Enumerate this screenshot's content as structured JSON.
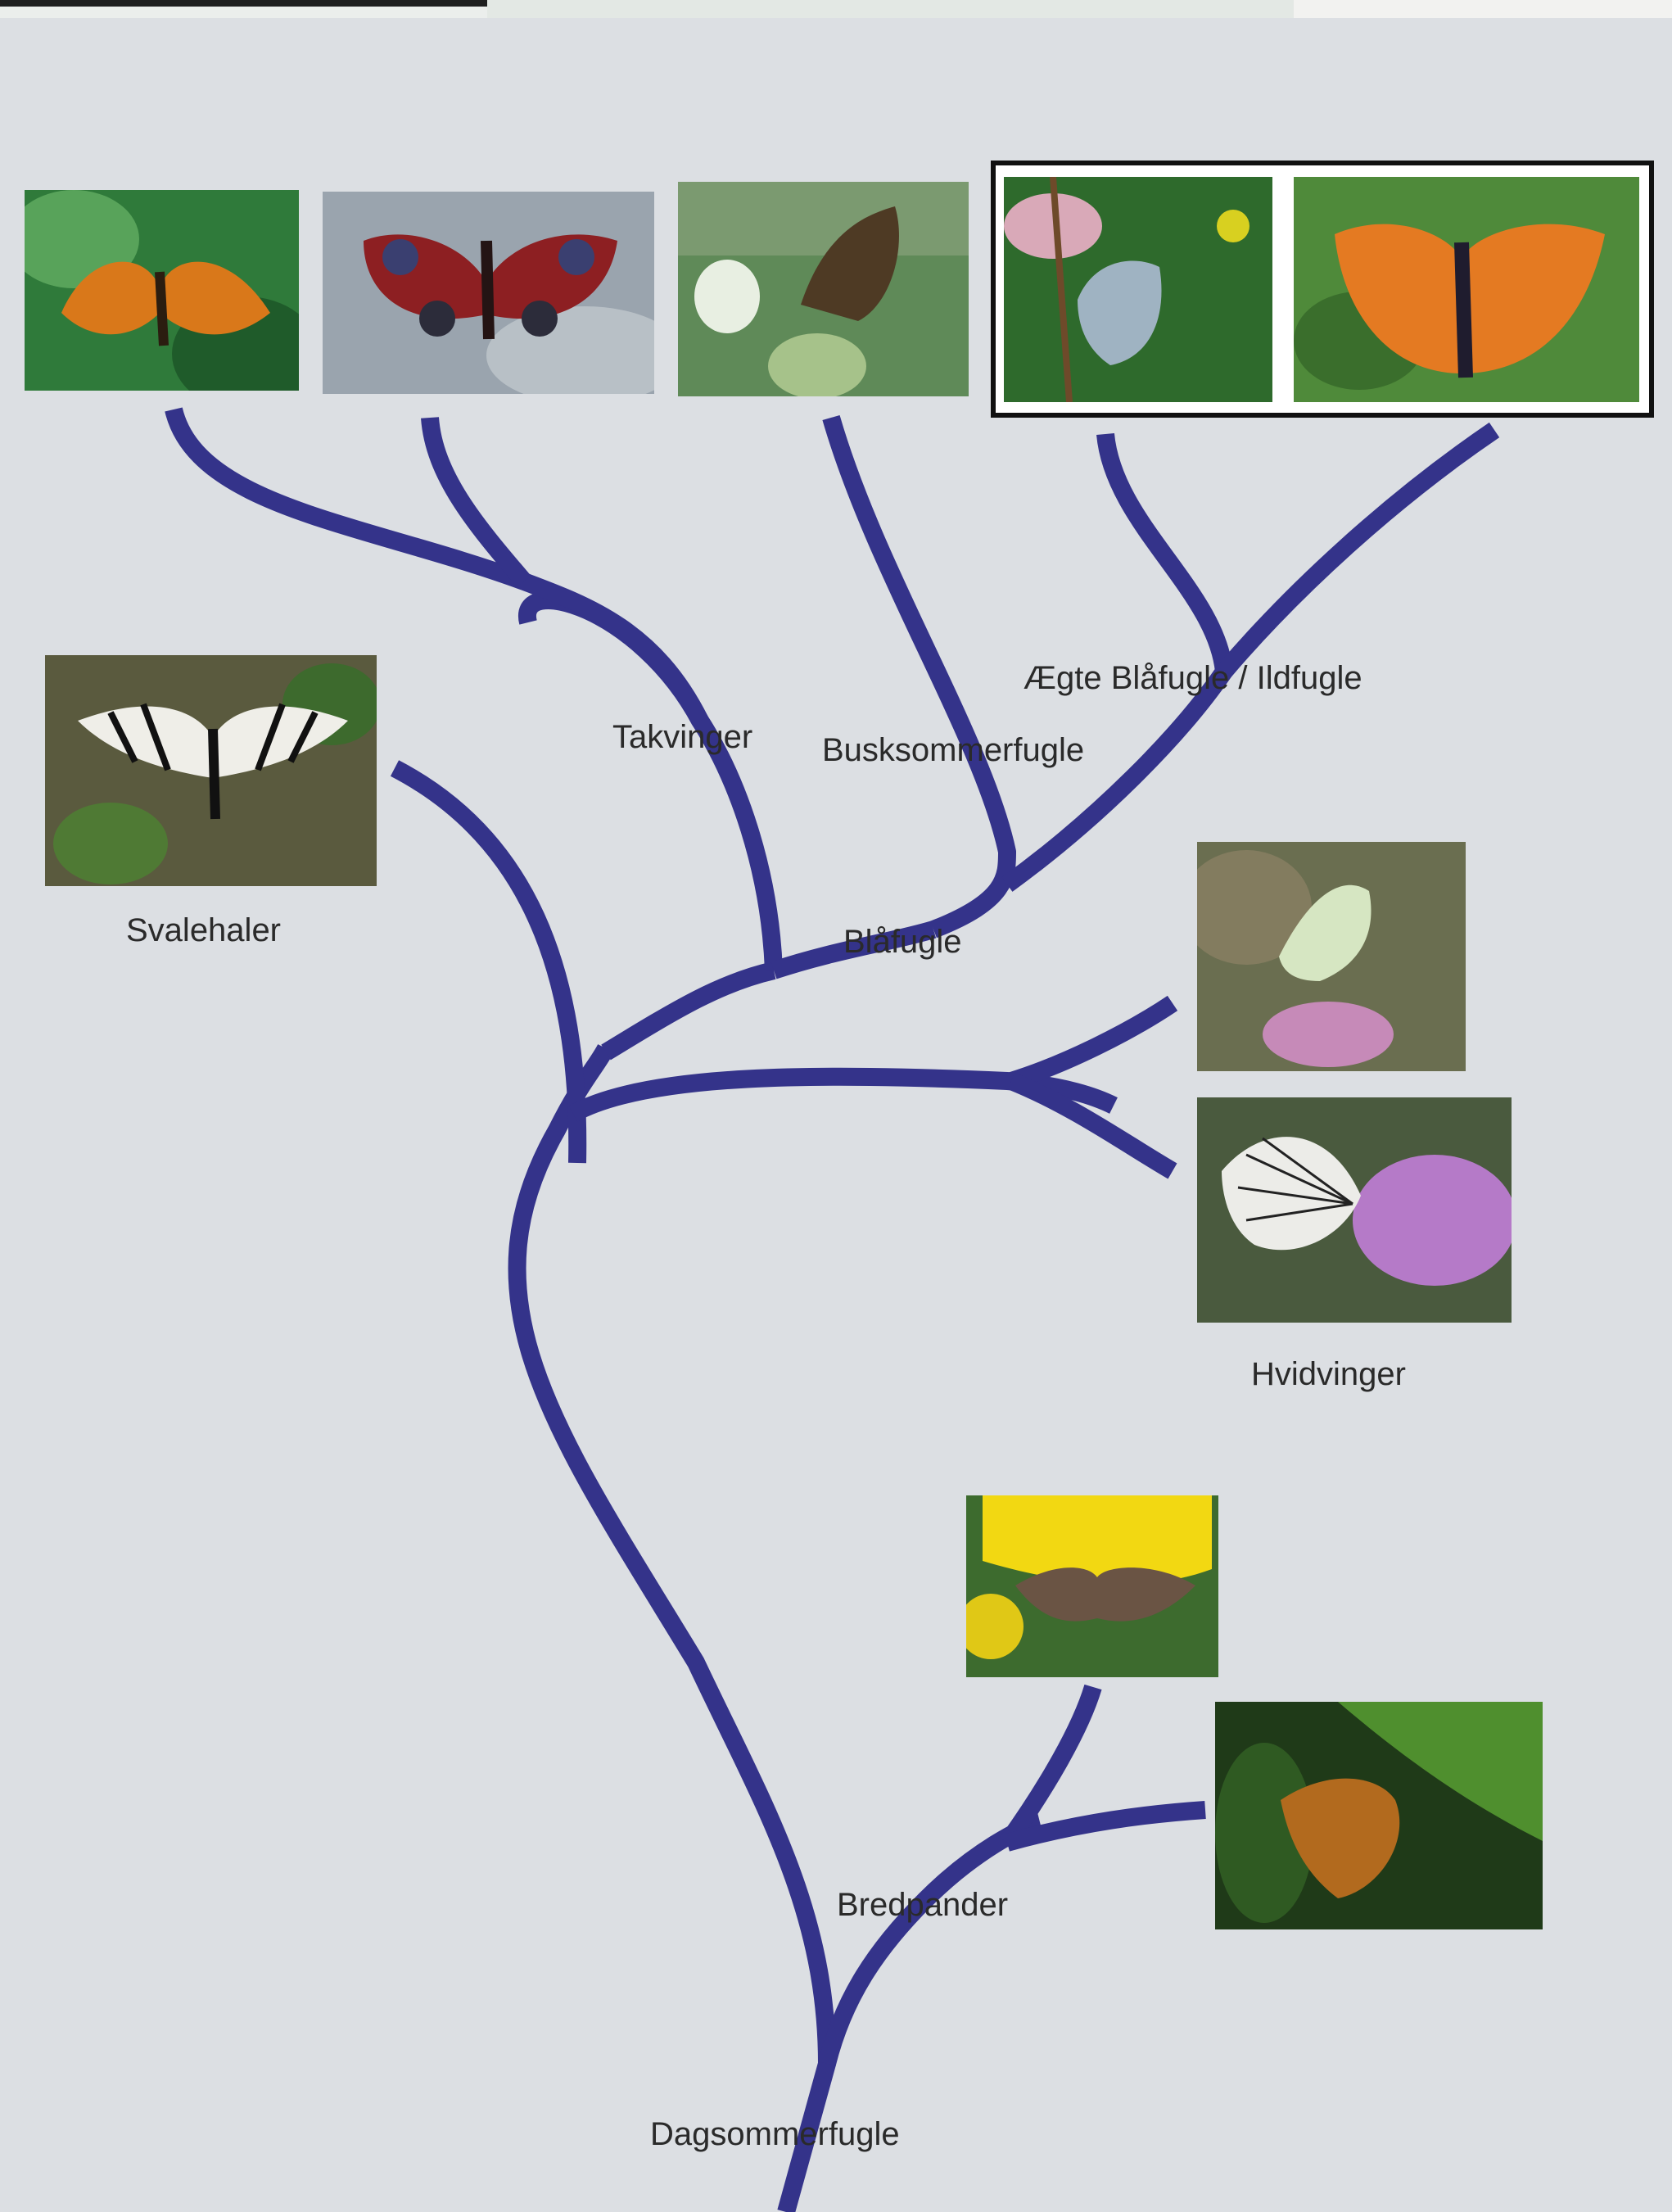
{
  "colors": {
    "background": "#dcdfe3",
    "branch": "#34338a"
  },
  "labels": {
    "takvinger": "Takvinger",
    "busksommerfugle": "Busksommerfugle",
    "aegte_blaafugle": "Ægte Blåfugle / Ildfugle",
    "blaafugle": "Blåfugle",
    "svalehaler": "Svalehaler",
    "hvidvinger": "Hvidvinger",
    "bredpander": "Bredpander",
    "dagsommerfugle": "Dagsommerfugle"
  },
  "photos": [
    "checkerspot-photo",
    "peacock-photo",
    "hairstreak-photo",
    "blue-photo",
    "copper-photo",
    "swallowtail-photo",
    "brimstone-photo",
    "black-veined-white-photo",
    "grizzled-skipper-photo",
    "large-skipper-photo"
  ]
}
